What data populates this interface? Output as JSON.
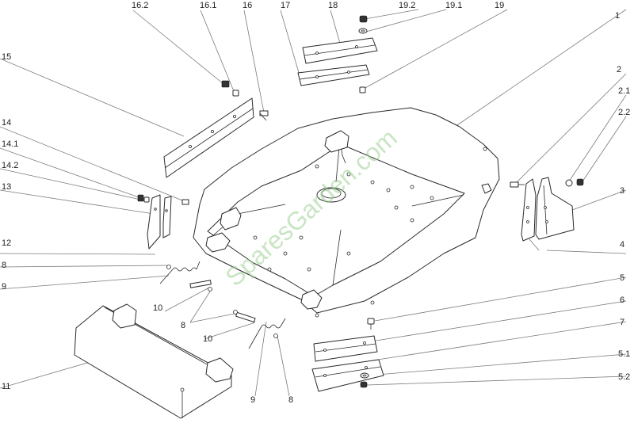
{
  "watermark": "SparesGarden.com",
  "callouts": [
    {
      "id": "c-16-2",
      "label": "16.2"
    },
    {
      "id": "c-16-1",
      "label": "16.1"
    },
    {
      "id": "c-16",
      "label": "16"
    },
    {
      "id": "c-17",
      "label": "17"
    },
    {
      "id": "c-18",
      "label": "18"
    },
    {
      "id": "c-19-2",
      "label": "19.2"
    },
    {
      "id": "c-19-1",
      "label": "19.1"
    },
    {
      "id": "c-19",
      "label": "19"
    },
    {
      "id": "c-1",
      "label": "1"
    },
    {
      "id": "c-15",
      "label": "15"
    },
    {
      "id": "c-2",
      "label": "2"
    },
    {
      "id": "c-2-1",
      "label": "2.1"
    },
    {
      "id": "c-2-2",
      "label": "2.2"
    },
    {
      "id": "c-14",
      "label": "14"
    },
    {
      "id": "c-14-1",
      "label": "14.1"
    },
    {
      "id": "c-14-2",
      "label": "14.2"
    },
    {
      "id": "c-13",
      "label": "13"
    },
    {
      "id": "c-3",
      "label": "3"
    },
    {
      "id": "c-4",
      "label": "4"
    },
    {
      "id": "c-12",
      "label": "12"
    },
    {
      "id": "c-8a",
      "label": "8"
    },
    {
      "id": "c-9a",
      "label": "9"
    },
    {
      "id": "c-5",
      "label": "5"
    },
    {
      "id": "c-10a",
      "label": "10"
    },
    {
      "id": "c-6",
      "label": "6"
    },
    {
      "id": "c-8b",
      "label": "8"
    },
    {
      "id": "c-7",
      "label": "7"
    },
    {
      "id": "c-10b",
      "label": "10"
    },
    {
      "id": "c-5-1",
      "label": "5.1"
    },
    {
      "id": "c-5-2",
      "label": "5.2"
    },
    {
      "id": "c-11",
      "label": "11"
    },
    {
      "id": "c-9b",
      "label": "9"
    },
    {
      "id": "c-8c",
      "label": "8"
    }
  ]
}
